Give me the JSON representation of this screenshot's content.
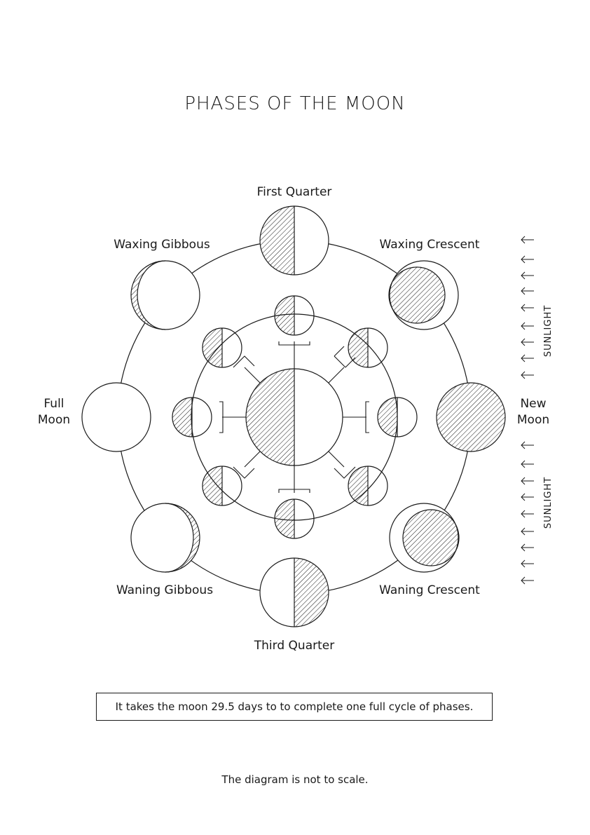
{
  "title": "PHASES OF THE MOON",
  "phases": [
    {
      "key": "first_quarter",
      "label": "First Quarter"
    },
    {
      "key": "waxing_crescent",
      "label": "Waxing Crescent"
    },
    {
      "key": "new_moon",
      "label_lines": [
        "New",
        "Moon"
      ]
    },
    {
      "key": "waning_crescent",
      "label": "Waning Crescent"
    },
    {
      "key": "third_quarter",
      "label": "Third Quarter"
    },
    {
      "key": "waning_gibbous",
      "label": "Waning Gibbous"
    },
    {
      "key": "full_moon",
      "label_lines": [
        "Full",
        "Moon"
      ]
    },
    {
      "key": "waxing_gibbous",
      "label": "Waxing Gibbous"
    }
  ],
  "sunlight_label": "SUNLIGHT",
  "note": "It takes the moon 29.5 days to to complete one full cycle of phases.",
  "footnote": "The diagram is not to scale.",
  "colors": {
    "ink": "#1a1a1a",
    "background": "#ffffff"
  }
}
